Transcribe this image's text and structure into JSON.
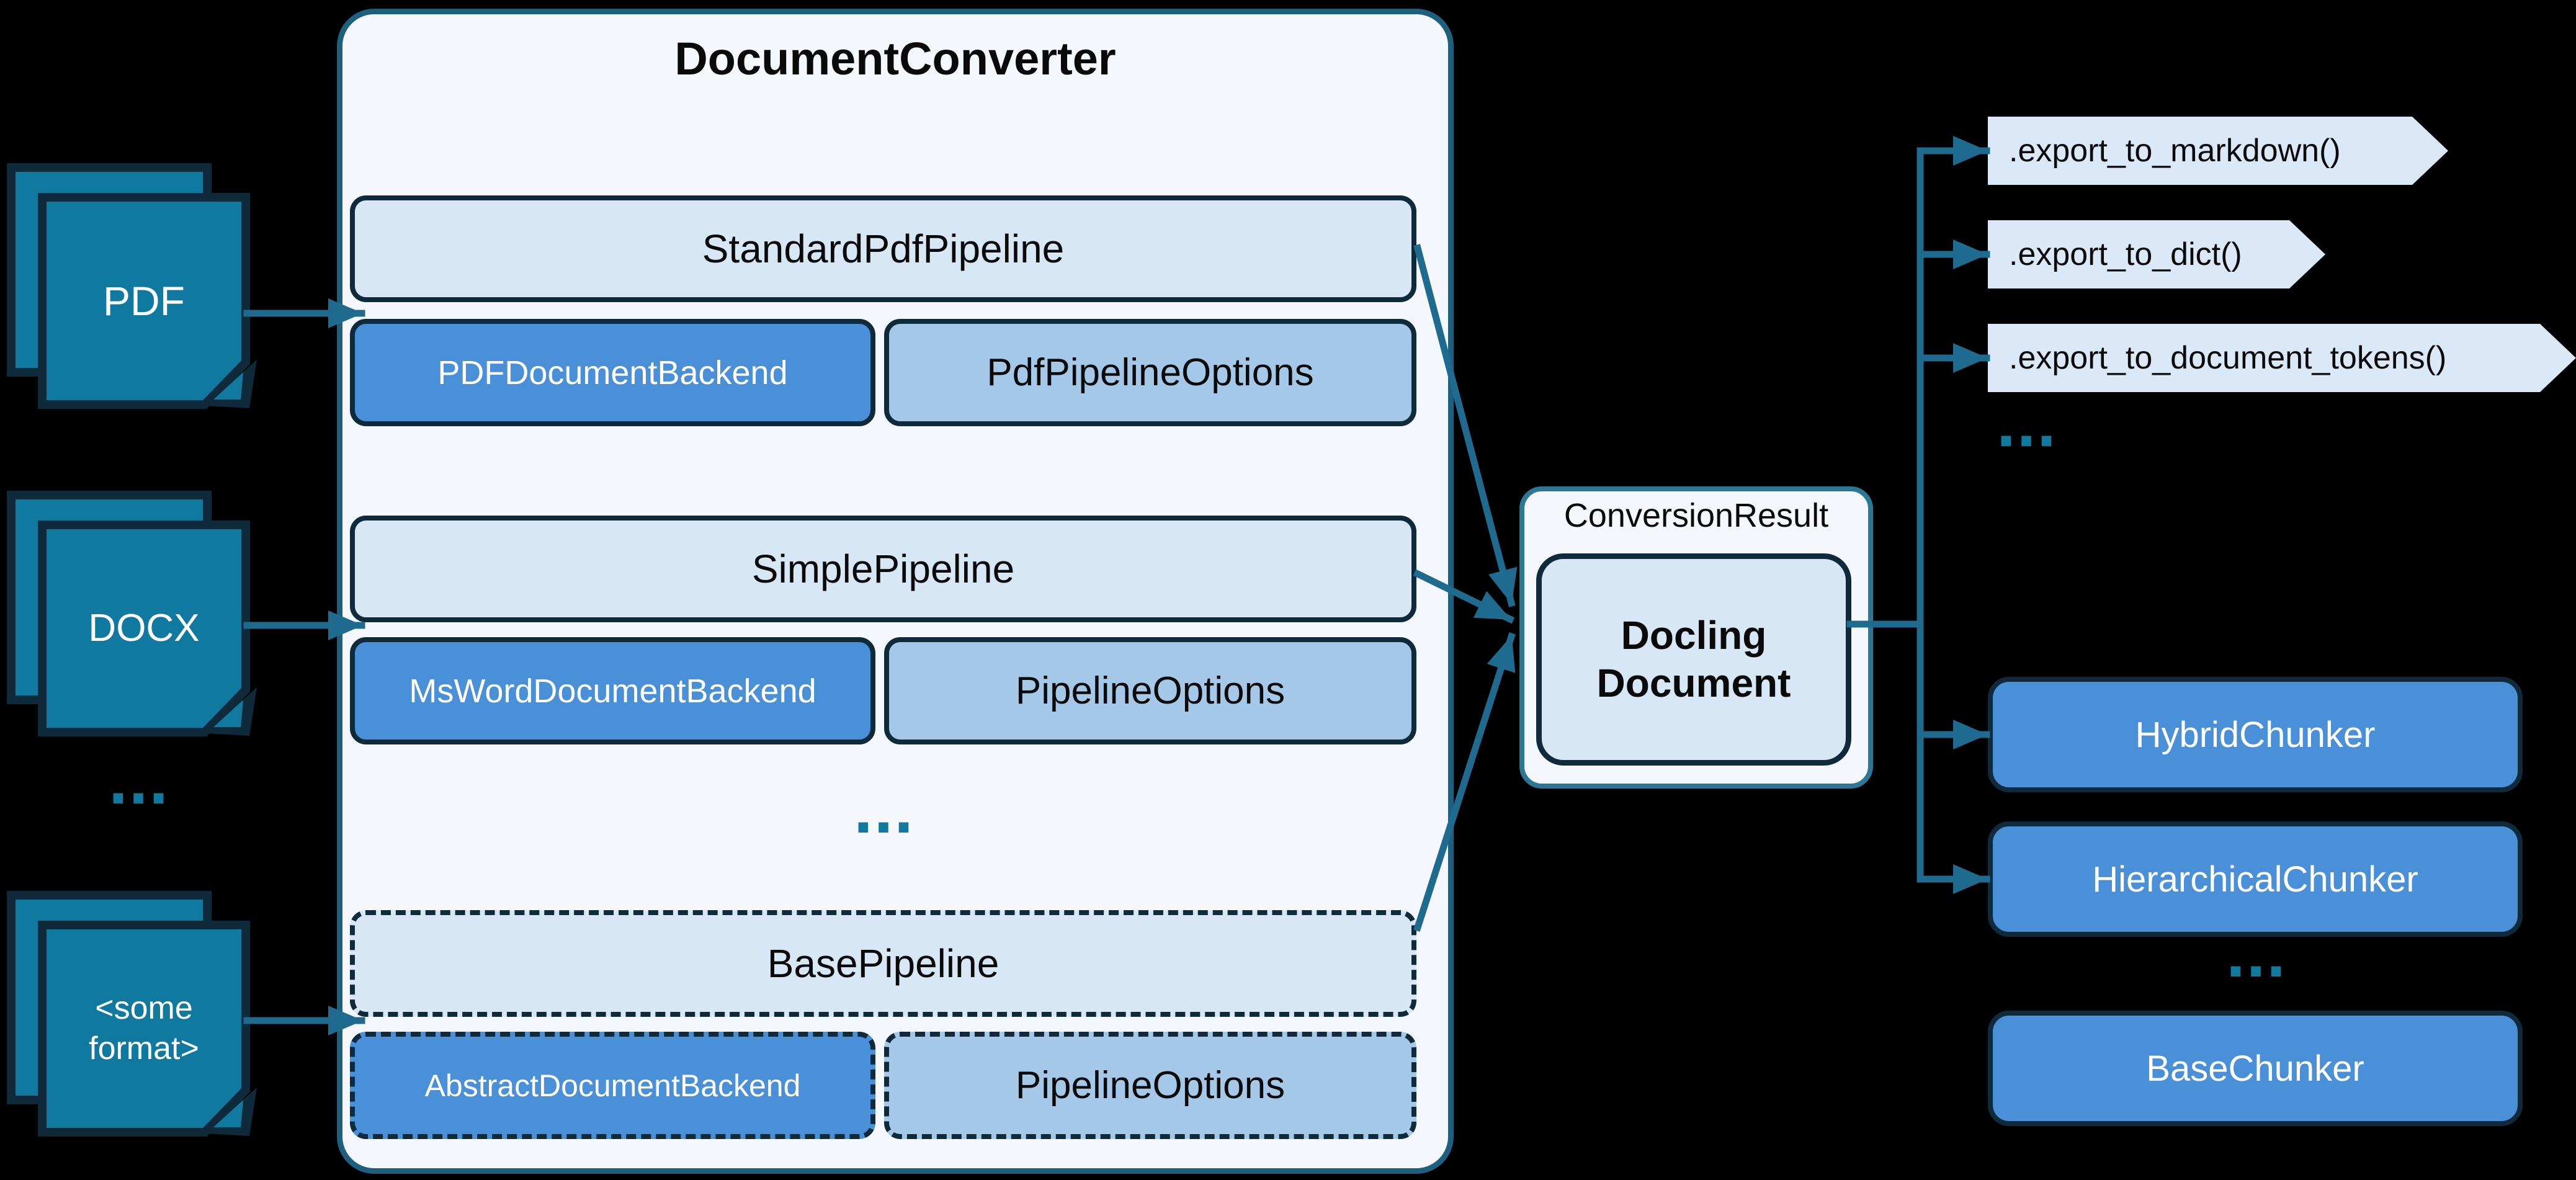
{
  "inputs": {
    "ellipsis": "...",
    "items": [
      {
        "label": "PDF"
      },
      {
        "label": "DOCX"
      },
      {
        "label": "<some format>"
      }
    ]
  },
  "converter": {
    "title": "DocumentConverter",
    "ellipsis": "...",
    "pipelines": [
      {
        "name": "StandardPdfPipeline",
        "backend": "PDFDocumentBackend",
        "options": "PdfPipelineOptions"
      },
      {
        "name": "SimplePipeline",
        "backend": "MsWordDocumentBackend",
        "options": "PipelineOptions"
      },
      {
        "name": "BasePipeline",
        "backend": "AbstractDocumentBackend",
        "options": "PipelineOptions"
      }
    ]
  },
  "result": {
    "label": "ConversionResult",
    "document": "Docling Document"
  },
  "exports": {
    "items": [
      {
        "label": ".export_to_markdown()"
      },
      {
        "label": ".export_to_dict()"
      },
      {
        "label": ".export_to_document_tokens()"
      }
    ],
    "ellipsis": "..."
  },
  "chunkers": {
    "items": [
      {
        "label": "HybridChunker"
      },
      {
        "label": "HierarchicalChunker"
      }
    ],
    "ellipsis": "...",
    "base": {
      "label": "BaseChunker"
    }
  },
  "colors": {
    "background": "#000000",
    "arrow_line": "#1e6b8f",
    "dark_border": "#0e2a3b",
    "document_icon_fill": "#10799f",
    "container_fill": "#f4f7fc",
    "container_border": "#1d5f7e",
    "pipeline_fill": "#d8e7f5",
    "backend_fill": "#4a90d9",
    "options_fill": "#a5c8e8",
    "pentagon_fill": "#dbe8f7",
    "result_border": "#2b7795"
  }
}
